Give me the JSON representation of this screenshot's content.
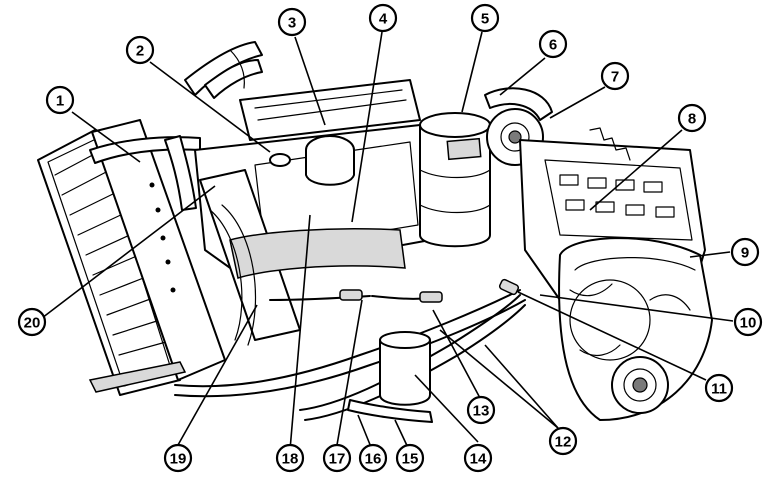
{
  "figure": {
    "callouts": [
      {
        "id": "callout-1",
        "label": "1"
      },
      {
        "id": "callout-2",
        "label": "2"
      },
      {
        "id": "callout-3",
        "label": "3"
      },
      {
        "id": "callout-4",
        "label": "4"
      },
      {
        "id": "callout-5",
        "label": "5"
      },
      {
        "id": "callout-6",
        "label": "6"
      },
      {
        "id": "callout-7",
        "label": "7"
      },
      {
        "id": "callout-8",
        "label": "8"
      },
      {
        "id": "callout-9",
        "label": "9"
      },
      {
        "id": "callout-10",
        "label": "10"
      },
      {
        "id": "callout-11",
        "label": "11"
      },
      {
        "id": "callout-12",
        "label": "12"
      },
      {
        "id": "callout-13",
        "label": "13"
      },
      {
        "id": "callout-14",
        "label": "14"
      },
      {
        "id": "callout-15",
        "label": "15"
      },
      {
        "id": "callout-16",
        "label": "16"
      },
      {
        "id": "callout-17",
        "label": "17"
      },
      {
        "id": "callout-18",
        "label": "18"
      },
      {
        "id": "callout-19",
        "label": "19"
      },
      {
        "id": "callout-20",
        "label": "20"
      }
    ]
  }
}
